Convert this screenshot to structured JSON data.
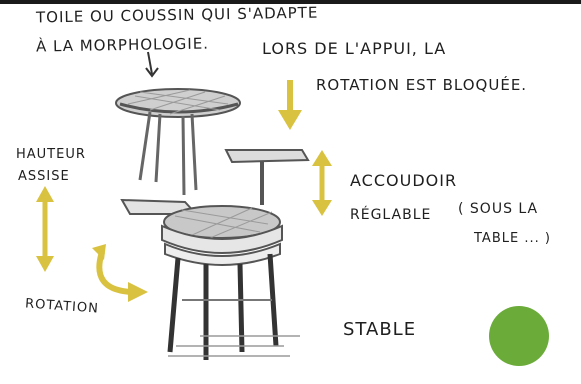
{
  "annotations": {
    "seat_line1": "Toile ou coussin qui s'adapte",
    "seat_line2": "à la morphologie.",
    "lock_line1": "Lors de l'appui, la",
    "lock_line2": "rotation est bloquée.",
    "height_line1": "Hauteur",
    "height_line2": "assise",
    "armrest_line1": "Accoudoir",
    "armrest_line2": "réglable",
    "table_line1": "( sous la",
    "table_line2": "table ... )",
    "rotation": "Rotation",
    "stable": "Stable"
  },
  "colors": {
    "arrow_yellow": "#d9c240",
    "status_green": "#6bab3a",
    "ink": "#1f1f1f",
    "sketch_gray": "#8a8a8a"
  },
  "icons": {
    "status_dot": "green-circle",
    "arrows": "yellow-hand-drawn-arrow"
  }
}
